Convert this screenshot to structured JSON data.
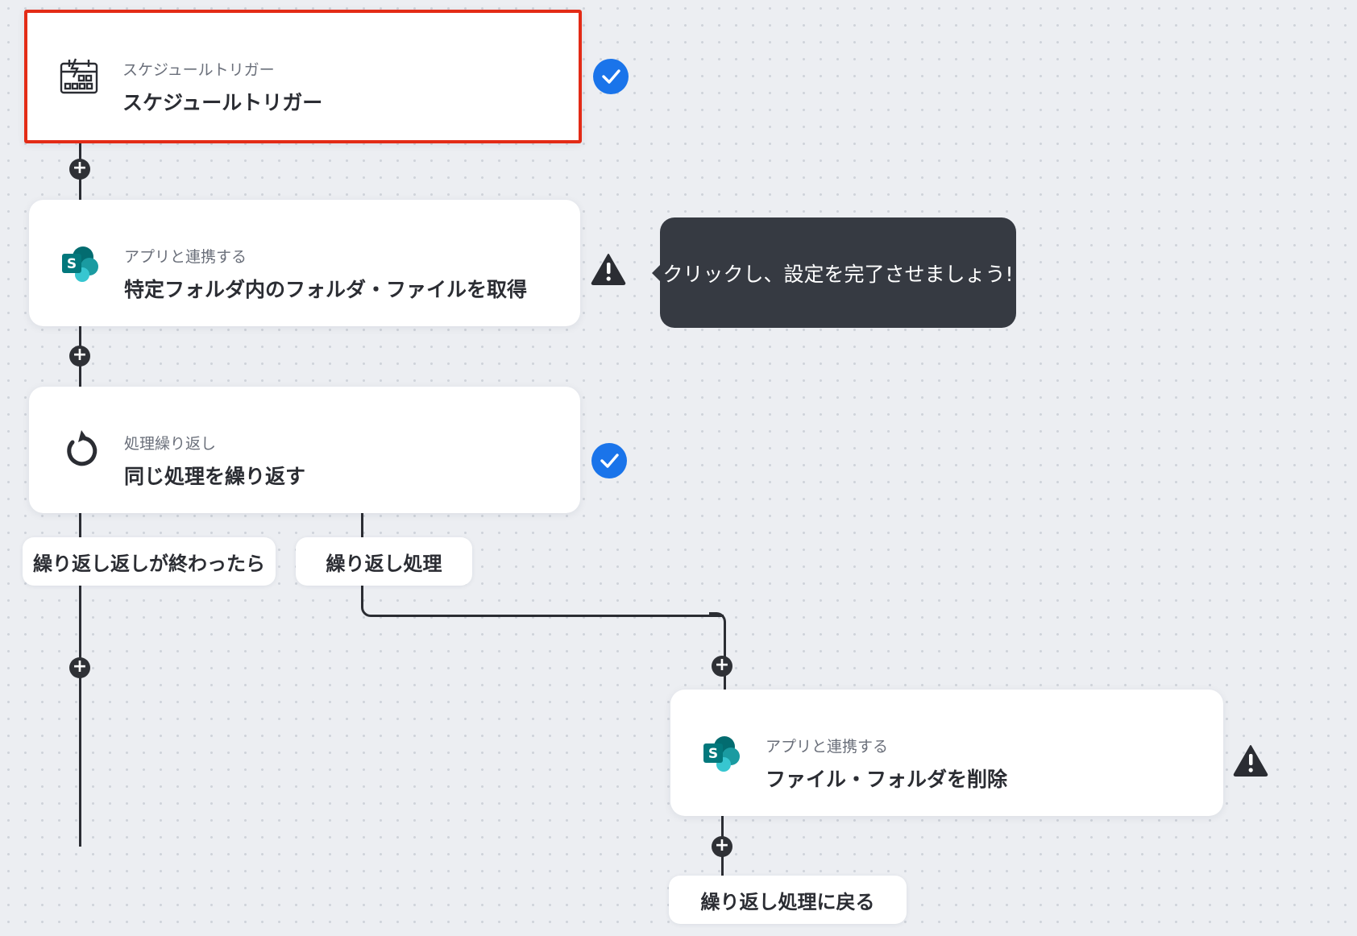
{
  "flow": {
    "steps": [
      {
        "category": "スケジュールトリガー",
        "title": "スケジュールトリガー",
        "icon": "schedule-trigger-icon",
        "status": "complete",
        "selected": true
      },
      {
        "category": "アプリと連携する",
        "title": "特定フォルダ内のフォルダ・ファイルを取得",
        "icon": "sharepoint-icon",
        "status": "warning"
      },
      {
        "category": "処理繰り返し",
        "title": "同じ処理を繰り返す",
        "icon": "repeat-icon",
        "status": "complete"
      },
      {
        "category": "アプリと連携する",
        "title": "ファイル・フォルダを削除",
        "icon": "sharepoint-icon",
        "status": "warning"
      }
    ],
    "branches": {
      "after_loop": "繰り返し返しが終わったら",
      "loop": "繰り返し処理",
      "back_to_loop": "繰り返し処理に戻る"
    },
    "tooltip": "クリックし、設定を完了させましょう!"
  },
  "colors": {
    "selected_border": "#e32b16",
    "check": "#1a74ea",
    "tooltip_bg": "#363a42",
    "connector": "#2b2d33"
  }
}
